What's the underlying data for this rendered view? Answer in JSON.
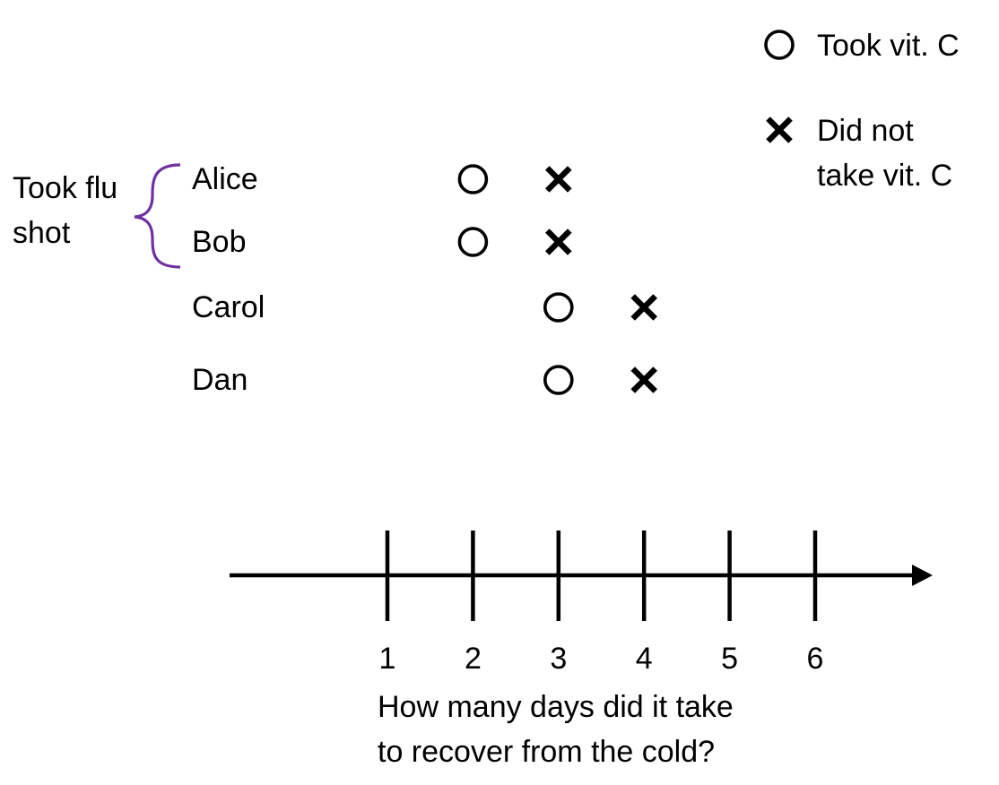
{
  "chart_data": {
    "type": "scatter",
    "categories": [
      "Alice",
      "Bob",
      "Carol",
      "Dan"
    ],
    "series": [
      {
        "name": "Took vit. C",
        "marker": "circle",
        "values": [
          2,
          2,
          3,
          3
        ]
      },
      {
        "name": "Did not take vit. C",
        "marker": "cross",
        "values": [
          3,
          3,
          4,
          4
        ]
      }
    ],
    "x_ticks": [
      1,
      2,
      3,
      4,
      5,
      6
    ],
    "xlabel": [
      "How many days did it take",
      "to recover from the cold?"
    ],
    "group": {
      "label": [
        "Took flu",
        "shot"
      ],
      "members": [
        "Alice",
        "Bob"
      ],
      "bracket_color": "#7030a0"
    },
    "legend": {
      "placement": "top-right",
      "items": [
        {
          "marker": "circle",
          "label": [
            "Took vit. C"
          ]
        },
        {
          "marker": "cross",
          "label": [
            "Did not",
            "take vit. C"
          ]
        }
      ]
    },
    "axis_color": "#000000",
    "grid": false
  }
}
